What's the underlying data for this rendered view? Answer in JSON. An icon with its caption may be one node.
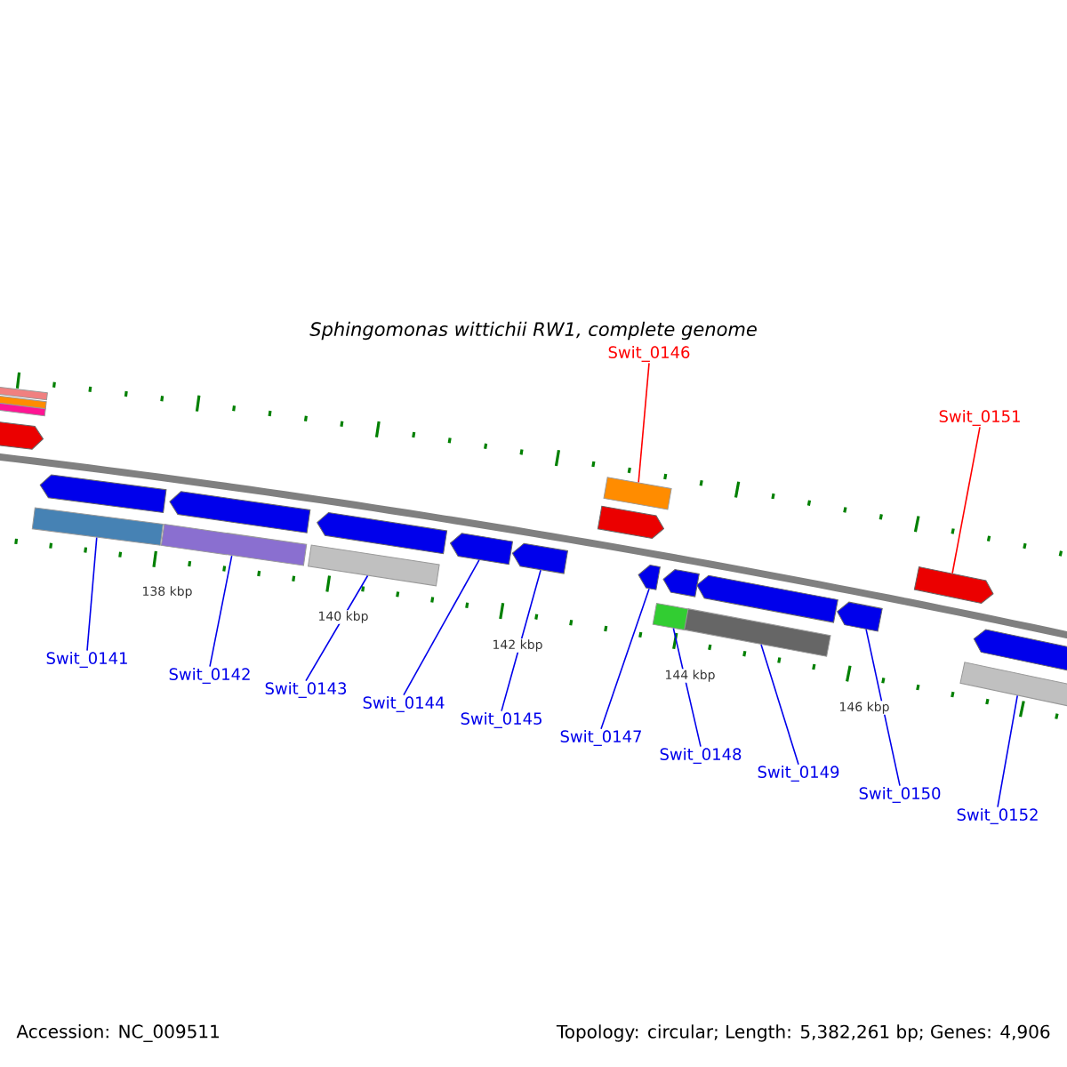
{
  "diagram": {
    "title": "Sphingomonas wittichii RW1, complete genome",
    "nodes": [
      {
        "text": [
          "Swit_0146"
        ]
      },
      {
        "text": [
          "Swit_0151"
        ]
      },
      {
        "text": [
          "Swit_0141"
        ]
      },
      {
        "text": [
          "Swit_0142"
        ]
      },
      {
        "text": [
          "Swit_0143"
        ]
      },
      {
        "text": [
          "Swit_0144"
        ]
      },
      {
        "text": [
          "Swit_0145"
        ]
      },
      {
        "text": [
          "Swit_0147"
        ]
      },
      {
        "text": [
          "Swit_0148"
        ]
      },
      {
        "text": [
          "Swit_0149"
        ]
      },
      {
        "text": [
          "Swit_0150"
        ]
      },
      {
        "text": [
          "Swit_0152"
        ]
      },
      {
        "text": [],
        "shape": "arrow"
      },
      {
        "text": [],
        "shape": "arrow"
      },
      {
        "text": [],
        "shape": "arrow"
      },
      {
        "text": [],
        "shape": "arrow"
      },
      {
        "text": [],
        "shape": "arrow"
      },
      {
        "text": [],
        "shape": "arrow"
      },
      {
        "text": [],
        "shape": "arrow"
      },
      {
        "text": [],
        "shape": "arrow"
      },
      {
        "text": [],
        "shape": "arrow"
      },
      {
        "text": [],
        "shape": "arrow"
      },
      {
        "text": [],
        "shape": "arrow"
      },
      {
        "text": [],
        "shape": "arrow"
      },
      {
        "text": [],
        "shape": "arrow"
      },
      {
        "text": [],
        "shape": "bar"
      },
      {
        "text": [],
        "shape": "bar"
      },
      {
        "text": [],
        "shape": "bar"
      },
      {
        "text": [],
        "shape": "bar"
      },
      {
        "text": [],
        "shape": "bar"
      },
      {
        "text": [],
        "shape": "bar"
      },
      {
        "text": [],
        "shape": "bar"
      },
      {
        "text": [],
        "shape": "bar"
      },
      {
        "text": [],
        "shape": "bar"
      },
      {
        "text": [],
        "shape": "bar"
      }
    ],
    "edges": [
      {
        "from": 0,
        "to": 31,
        "arrow": "none",
        "color": "#ff0000"
      },
      {
        "from": 1,
        "to": 23,
        "arrow": "none",
        "color": "#ff0000"
      },
      {
        "from": 2,
        "to": 28,
        "arrow": "none"
      },
      {
        "from": 3,
        "to": 29,
        "arrow": "none"
      },
      {
        "from": 4,
        "to": 30,
        "arrow": "none"
      },
      {
        "from": 5,
        "to": 16,
        "arrow": "none"
      },
      {
        "from": 6,
        "to": 17,
        "arrow": "none"
      },
      {
        "from": 7,
        "to": 19,
        "arrow": "none"
      },
      {
        "from": 8,
        "to": 32,
        "arrow": "none"
      },
      {
        "from": 9,
        "to": 33,
        "arrow": "none"
      },
      {
        "from": 10,
        "to": 22,
        "arrow": "none"
      },
      {
        "from": 11,
        "to": 34,
        "arrow": "none"
      }
    ],
    "labels": [
      "138 kbp",
      "140 kbp",
      "142 kbp",
      "144 kbp",
      "146 kbp",
      "Accession: NC_009511",
      "Topology: circular; Length: 5,382,261 bp; Genes: 4,906"
    ]
  }
}
